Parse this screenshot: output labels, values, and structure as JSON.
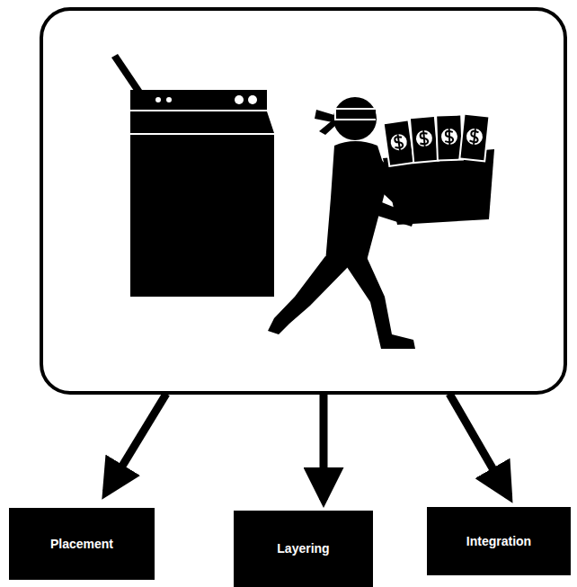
{
  "diagram": {
    "nodes": [
      {
        "text": [
          "Placement"
        ]
      },
      {
        "text": [
          "Layering"
        ]
      },
      {
        "text": [
          "Integration"
        ]
      }
    ]
  }
}
